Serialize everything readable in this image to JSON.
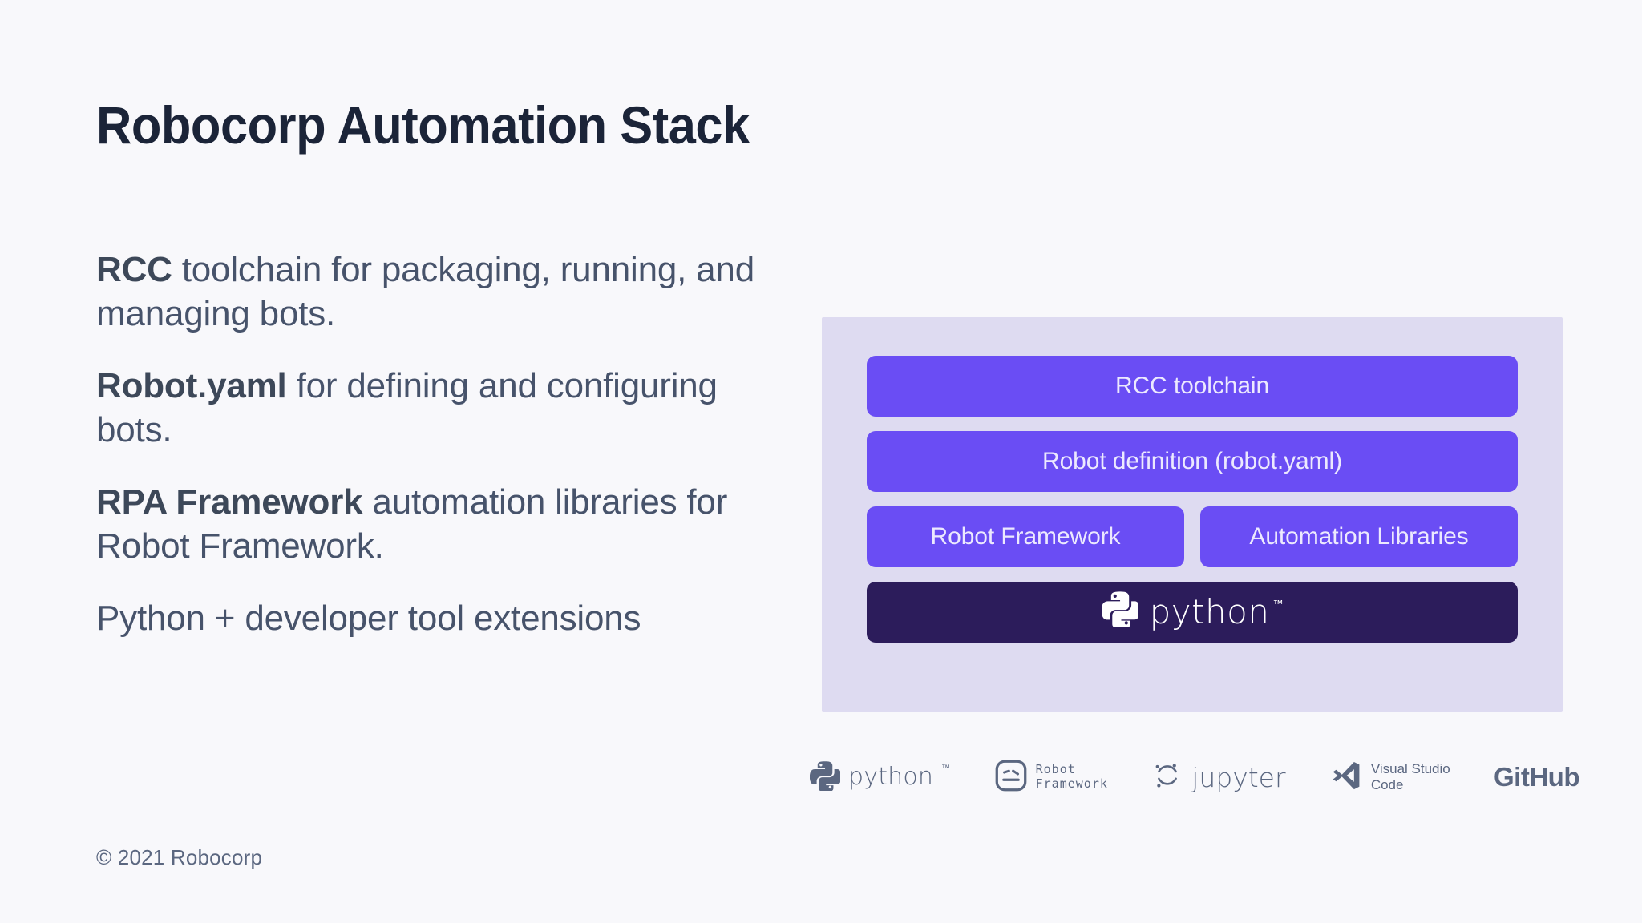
{
  "title": "Robocorp Automation Stack",
  "body": {
    "paragraphs": [
      {
        "lead": "RCC",
        "rest": " toolchain for packaging, running, and managing bots."
      },
      {
        "lead": "Robot.yaml",
        "rest": " for defining and configuring bots."
      },
      {
        "lead": "RPA Framework",
        "rest": " automation libraries for Robot Framework."
      },
      {
        "lead": "",
        "rest": "Python + developer tool extensions"
      }
    ]
  },
  "diagram": {
    "panel_bg": "#dedbf1",
    "bar_color": "#6a4df4",
    "bar_text_color": "#ece9fe",
    "python_bar_color": "#2c1c5b",
    "layers": [
      {
        "label": "RCC toolchain"
      },
      {
        "label": "Robot definition (robot.yaml)"
      }
    ],
    "split_row": [
      {
        "label": "Robot Framework"
      },
      {
        "label": "Automation Libraries"
      }
    ],
    "foundation": {
      "wordmark": "python",
      "trademark": "™"
    }
  },
  "logos": [
    {
      "name": "python",
      "wordmark": "python",
      "trademark": "™"
    },
    {
      "name": "robot-framework",
      "line1": "Robot",
      "line2": "Framework"
    },
    {
      "name": "jupyter",
      "wordmark": "jupyter"
    },
    {
      "name": "visual-studio-code",
      "line1": "Visual Studio",
      "line2": "Code"
    },
    {
      "name": "github",
      "wordmark": "GitHub"
    }
  ],
  "footer": "© 2021 Robocorp",
  "colors": {
    "background": "#f8f8fb",
    "title": "#1b2438",
    "body_text": "#47536b",
    "accent_purple": "#6a4df4",
    "deep_indigo": "#2c1c5b",
    "panel_lavender": "#dedbf1",
    "muted_gray": "#5b6780"
  }
}
